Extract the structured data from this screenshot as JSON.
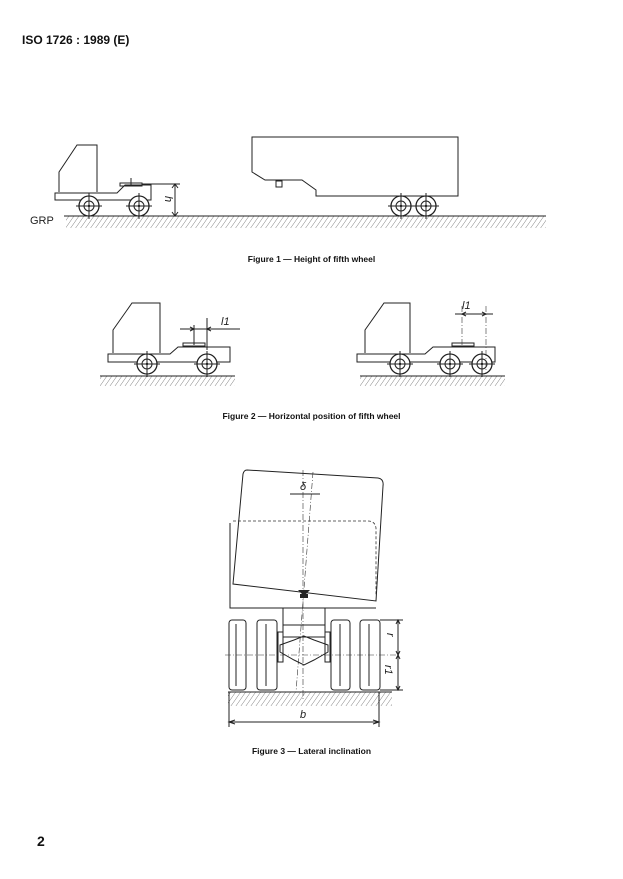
{
  "header": {
    "standard": "ISO 1726 : 1989 (E)"
  },
  "figures": [
    {
      "caption": "Figure 1 — Height of fifth wheel",
      "labels": {
        "ground": "GRP",
        "height": "h"
      }
    },
    {
      "caption": "Figure 2 — Horizontal position of fifth wheel",
      "labels": {
        "offset_left": "l1",
        "offset_right": "l1"
      }
    },
    {
      "caption": "Figure 3 — Lateral inclination",
      "labels": {
        "angle": "δ",
        "radius": "r",
        "radius_1": "r1",
        "width": "b"
      }
    }
  ],
  "footer": {
    "page_number": "2"
  }
}
